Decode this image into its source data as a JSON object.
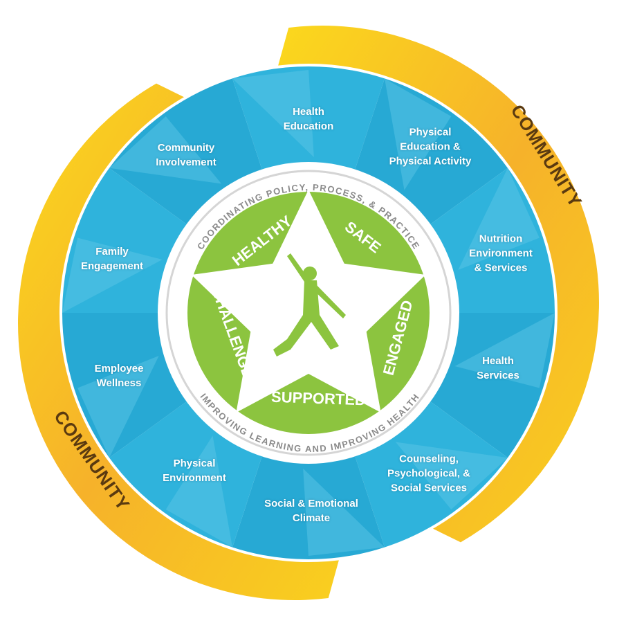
{
  "community_label": "COMMUNITY",
  "segments": [
    {
      "label": "Health\nEducation"
    },
    {
      "label": "Physical\nEducation &\nPhysical Activity"
    },
    {
      "label": "Nutrition\nEnvironment\n& Services"
    },
    {
      "label": "Health\nServices"
    },
    {
      "label": "Counseling,\nPsychological, &\nSocial Services"
    },
    {
      "label": "Social & Emotional\nClimate"
    },
    {
      "label": "Physical\nEnvironment"
    },
    {
      "label": "Employee\nWellness"
    },
    {
      "label": "Family\nEngagement"
    },
    {
      "label": "Community\nInvolvement"
    }
  ],
  "ring_top_text": "COORDINATING POLICY, PROCESS, & PRACTICE",
  "ring_bottom_text": "IMPROVING LEARNING AND IMPROVING HEALTH",
  "star_words": [
    "HEALTHY",
    "SAFE",
    "ENGAGED",
    "SUPPORTED",
    "CHALLENGED"
  ],
  "colors": {
    "blue": "#27a9d4",
    "blue_light": "#5cc6e6",
    "green": "#8cc43f",
    "yellow": "#f7c81e",
    "orange": "#f4a72a"
  }
}
